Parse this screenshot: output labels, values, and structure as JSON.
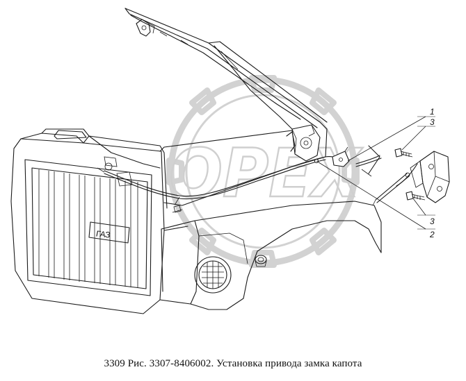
{
  "watermark": {
    "text": "OPEX"
  },
  "callouts": {
    "c1": "1",
    "c2": "2",
    "c3_top": "3",
    "c3_bottom": "3"
  },
  "emblem": {
    "text": "ГАЗ"
  },
  "caption": "3309 Рис. 3307-8406002. Установка привода замка капота"
}
